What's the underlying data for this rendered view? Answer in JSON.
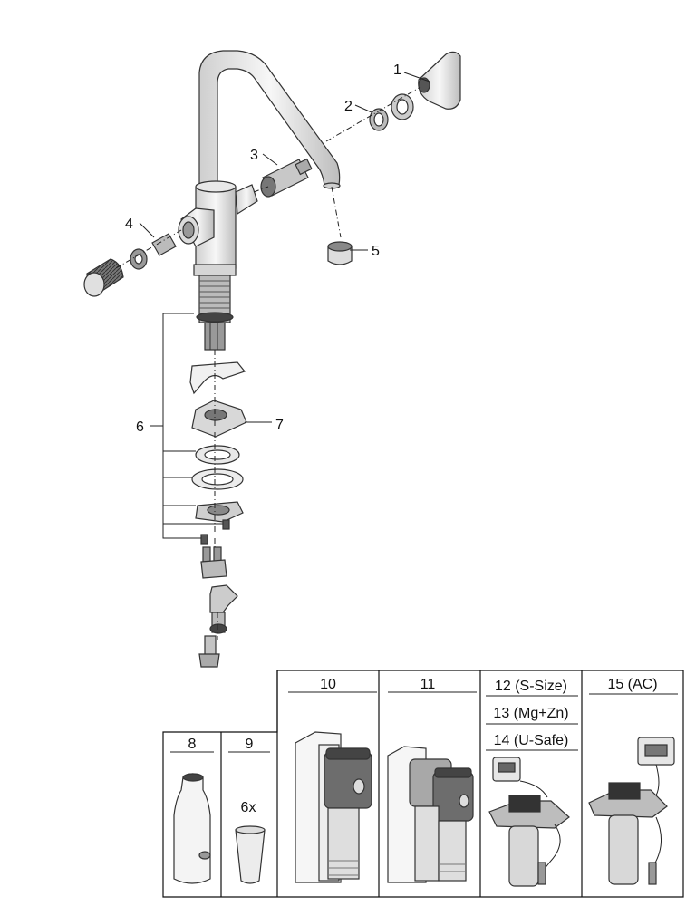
{
  "callouts": {
    "c1": "1",
    "c2": "2",
    "c3": "3",
    "c4": "4",
    "c5": "5",
    "c6": "6",
    "c7": "7"
  },
  "accessories": {
    "b8": "8",
    "b9": "9",
    "b9_qty": "6x",
    "b10": "10",
    "b11": "11",
    "b12": "12 (S-Size)",
    "b13": "13 (Mg+Zn)",
    "b14": "14 (U-Safe)",
    "b15": "15 (AC)"
  },
  "colors": {
    "line": "#222222",
    "part_fill": "#e6e6e6",
    "part_dark": "#555555",
    "light": "#f2f2f2"
  }
}
